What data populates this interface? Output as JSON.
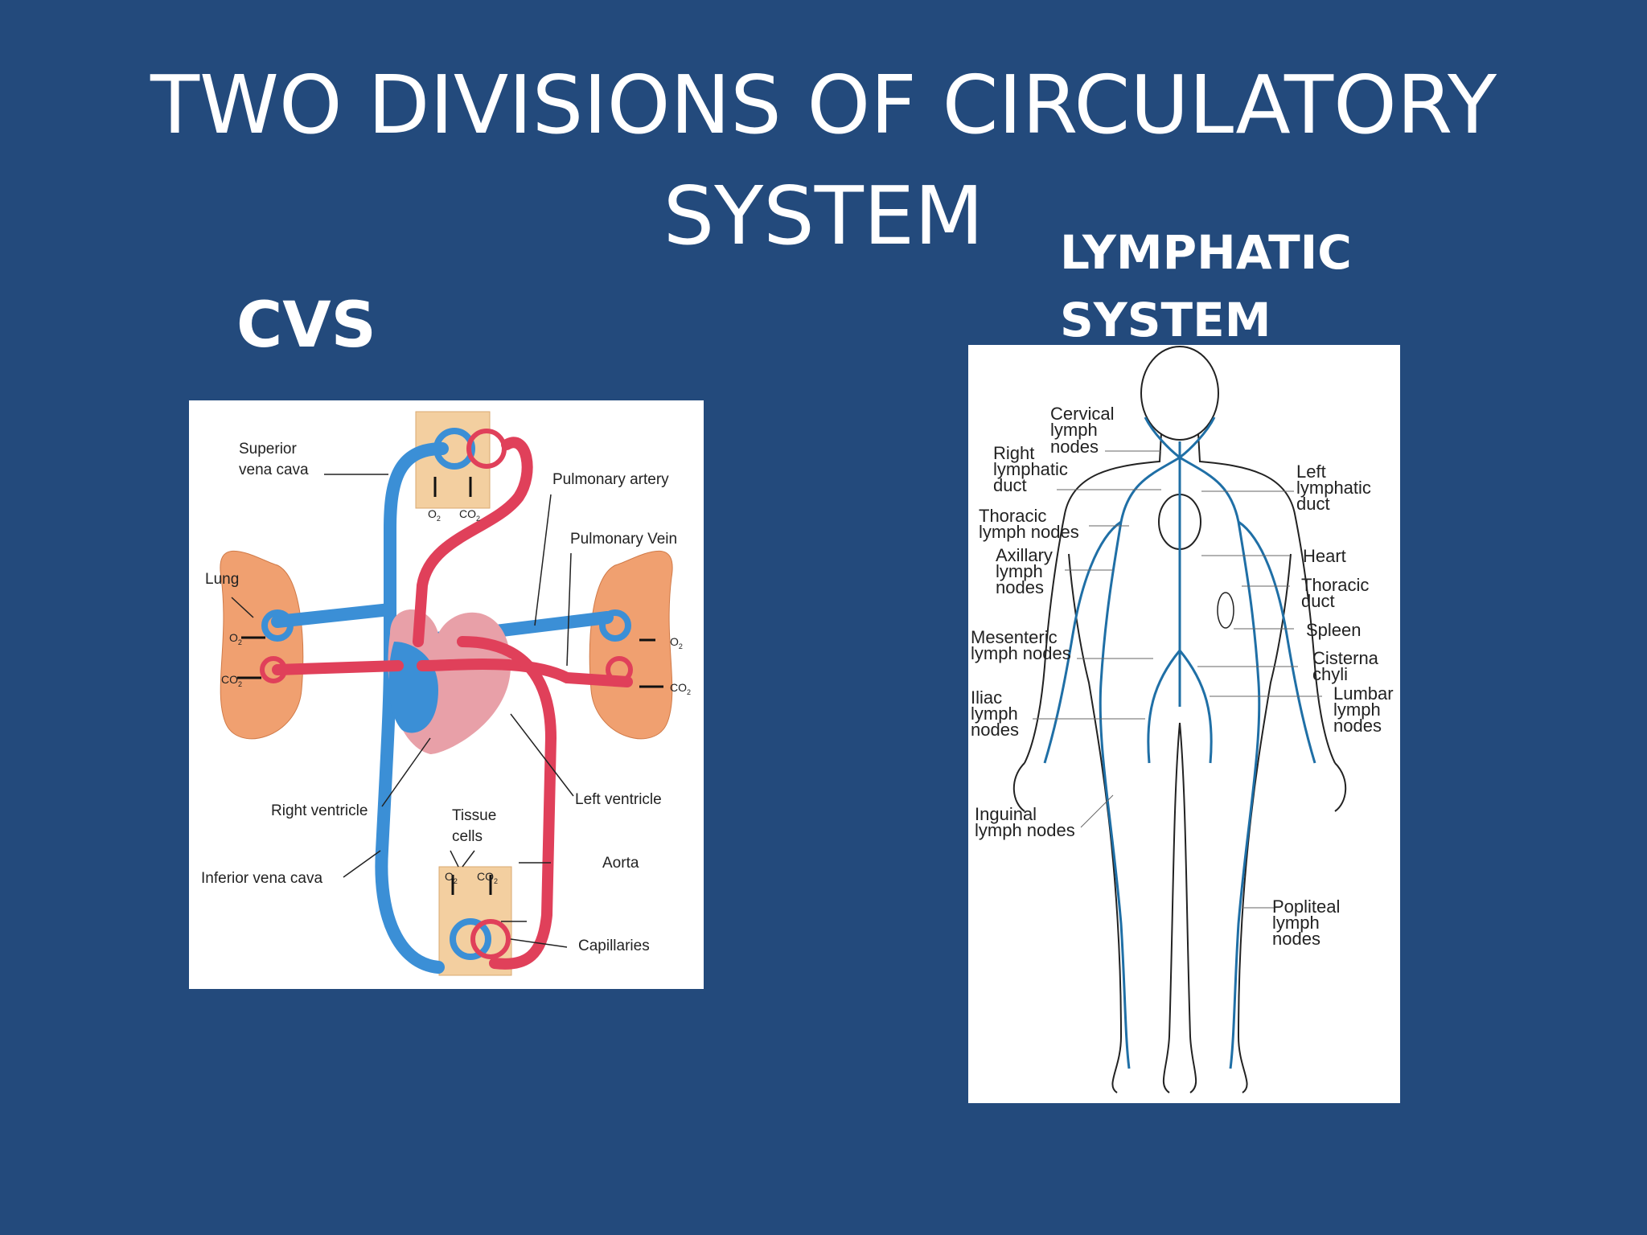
{
  "slide": {
    "title_line1": "TWO DIVISIONS OF CIRCULATORY",
    "title_line2": "SYSTEM",
    "cvs_heading": "CVS",
    "lymphatic_heading_line1": "LYMPHATIC",
    "lymphatic_heading_line2": "SYSTEM",
    "background_color": "#234a7c"
  },
  "cvs_diagram": {
    "labels": {
      "superior_vena_cava_1": "Superior",
      "superior_vena_cava_2": "vena cava",
      "pulmonary_artery": "Pulmonary artery",
      "pulmonary_vein": "Pulmonary Vein",
      "lung": "Lung",
      "o2": "O",
      "co2": "CO",
      "right_ventricle": "Right ventricle",
      "left_ventricle": "Left ventricle",
      "tissue_cells_1": "Tissue",
      "tissue_cells_2": "cells",
      "inferior_vena_cava": "Inferior vena cava",
      "aorta": "Aorta",
      "capillaries": "Capillaries"
    },
    "colors": {
      "vein": "#3b8fd6",
      "artery": "#e0405a",
      "lung": "#f0a070",
      "tissue": "#f3cfa0"
    }
  },
  "lymphatic_diagram": {
    "left_labels": [
      [
        "Cervical",
        "lymph",
        "nodes"
      ],
      [
        "Right",
        "lymphatic",
        "duct"
      ],
      [
        "Thoracic",
        "lymph nodes"
      ],
      [
        "Axillary",
        "lymph",
        "nodes"
      ],
      [
        "Mesenteric",
        "lymph nodes"
      ],
      [
        "Iliac",
        "lymph",
        "nodes"
      ],
      [
        "Inguinal",
        "lymph nodes"
      ]
    ],
    "right_labels": [
      [
        "Left",
        "lymphatic",
        "duct"
      ],
      [
        "Heart"
      ],
      [
        "Thoracic",
        "duct"
      ],
      [
        "Spleen"
      ],
      [
        "Cisterna",
        "chyli"
      ],
      [
        "Lumbar",
        "lymph",
        "nodes"
      ],
      [
        "Popliteal",
        "lymph",
        "nodes"
      ]
    ],
    "colors": {
      "vessel": "#1f6fa6",
      "outline": "#222222"
    }
  }
}
